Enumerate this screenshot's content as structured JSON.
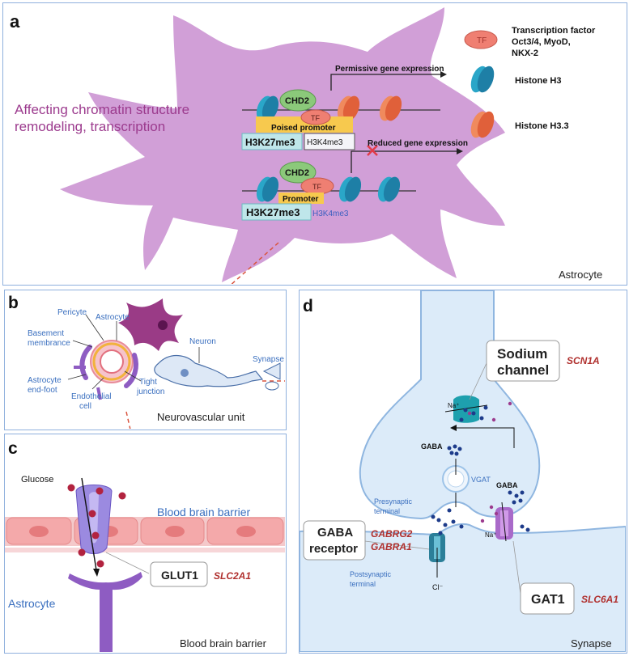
{
  "panel_a": {
    "letter": "a",
    "heading_line1": "Affecting chromatin structure",
    "heading_line2": "remodeling, transcription",
    "legend_tf_symbol": "TF",
    "legend_tf_line1": "Transcription factor",
    "legend_tf_line2": "Oct3/4, MyoD,",
    "legend_tf_line3": "NKX-2",
    "legend_h3": "Histone H3",
    "legend_h33": "Histone H3.3",
    "chd2_top": "CHD2",
    "tf_top": "TF",
    "poised_promoter": "Poised promoter",
    "h3k27me3_top": "H3K27me3",
    "h3k4me3_top": "H3K4me3",
    "permissive": "Permissive gene expression",
    "reduced": "Reduced gene expression",
    "chd2_bottom": "CHD2",
    "tf_bottom": "TF",
    "promoter": "Promoter",
    "h3k27me3_bottom": "H3K27me3",
    "h3k4me3_bottom": "H3K4me3",
    "cell_label": "Astrocyte"
  },
  "panel_b": {
    "letter": "b",
    "pericyte": "Pericyte",
    "astrocyte": "Astrocyte",
    "basement_line1": "Basement",
    "basement_line2": "membrance",
    "neuron": "Neuron",
    "synapse": "Synapse",
    "astro_endfoot_line1": "Astrocyte",
    "astro_endfoot_line2": "end-foot",
    "endothelial_line1": "Endothelial",
    "endothelial_line2": "cell",
    "tight_line1": "Tight",
    "tight_line2": "junction",
    "title": "Neurovascular unit"
  },
  "panel_c": {
    "letter": "c",
    "glucose": "Glucose",
    "bbb_top": "Blood brain barrier",
    "glut1": "GLUT1",
    "slc2a1": "SLC2A1",
    "astrocyte": "Astrocyte",
    "title": "Blood brain barrier"
  },
  "panel_d": {
    "letter": "d",
    "sodium_line1": "Sodium",
    "sodium_line2": "channel",
    "scn1a": "SCN1A",
    "na_top": "Na⁺",
    "gaba_left": "GABA",
    "vgat": "VGAT",
    "gaba_right": "GABA",
    "presynaptic_line1": "Presynaptic",
    "presynaptic_line2": "terminal",
    "gaba_receptor_line1": "GABA",
    "gaba_receptor_line2": "receptor",
    "gabrg2": "GABRG2",
    "gabra1": "GABRA1",
    "na_bottom": "Na⁺",
    "postsynaptic_line1": "Postsynaptic",
    "postsynaptic_line2": "terminal",
    "cl": "Cl⁻",
    "gat1": "GAT1",
    "slc6a1": "SLC6A1",
    "title": "Synapse"
  },
  "colors": {
    "panel_border": "#8fb0dd",
    "astrocyte_fill": "#c98ed0",
    "heading_color": "#9c3b8e",
    "gene_red": "#b0302e",
    "label_blue": "#3a6fbf",
    "teal_box": "#bfe6ea",
    "promoter_yellow": "#f7c94e",
    "chd2_green": "#8bc97a",
    "tf_salmon": "#ef7f72"
  }
}
